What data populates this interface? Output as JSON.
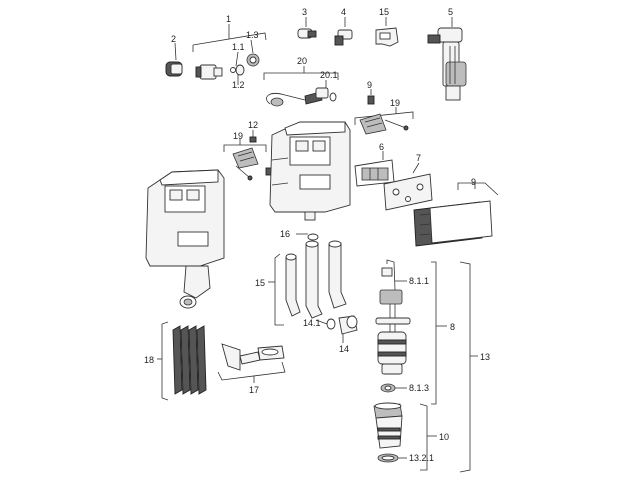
{
  "labels": {
    "p1": "1",
    "p1_1": "1.1",
    "p1_2": "1.2",
    "p1_3": "1.3",
    "p2": "2",
    "p3": "3",
    "p4": "4",
    "p15_top": "15",
    "p5": "5",
    "p20": "20",
    "p20_1": "20.1",
    "p9_top": "9",
    "p19_right": "19",
    "p12": "12",
    "p19_left": "19",
    "p6": "6",
    "p7": "7",
    "p9_right": "9",
    "p16": "16",
    "p15_left": "15",
    "p14_1": "14.1",
    "p14": "14",
    "p8_1_1": "8.1.1",
    "p8": "8",
    "p13": "13",
    "p8_1_3": "8.1.3",
    "p10": "10",
    "p13_2_1": "13.2.1",
    "p18": "18",
    "p17": "17"
  }
}
